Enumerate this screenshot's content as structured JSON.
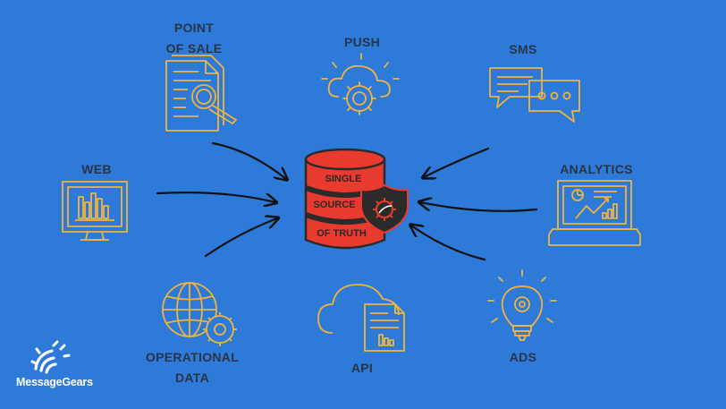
{
  "labels": {
    "pos_line1": "POINT",
    "pos_line2": "OF SALE",
    "push": "PUSH",
    "sms": "SMS",
    "web": "WEB",
    "analytics": "ANALYTICS",
    "opdata_line1": "OPERATIONAL",
    "opdata_line2": "DATA",
    "api": "API",
    "ads": "ADS"
  },
  "center": {
    "line1": "SINGLE",
    "line2": "SOURCE",
    "line3": "OF TRUTH"
  },
  "brand": {
    "name": "MessageGears"
  },
  "colors": {
    "background": "#2D7AD9",
    "icon_stroke": "#F2B33D",
    "text": "#2A3445",
    "db_red": "#E83A2F",
    "db_dark": "#2B2B2B",
    "arrow": "#111111"
  },
  "icons": [
    "document-search-icon",
    "cloud-gear-icon",
    "chat-bubbles-icon",
    "monitor-chart-icon",
    "laptop-analytics-icon",
    "globe-gear-icon",
    "cloud-document-icon",
    "lightbulb-gear-icon",
    "database-shield-icon"
  ]
}
